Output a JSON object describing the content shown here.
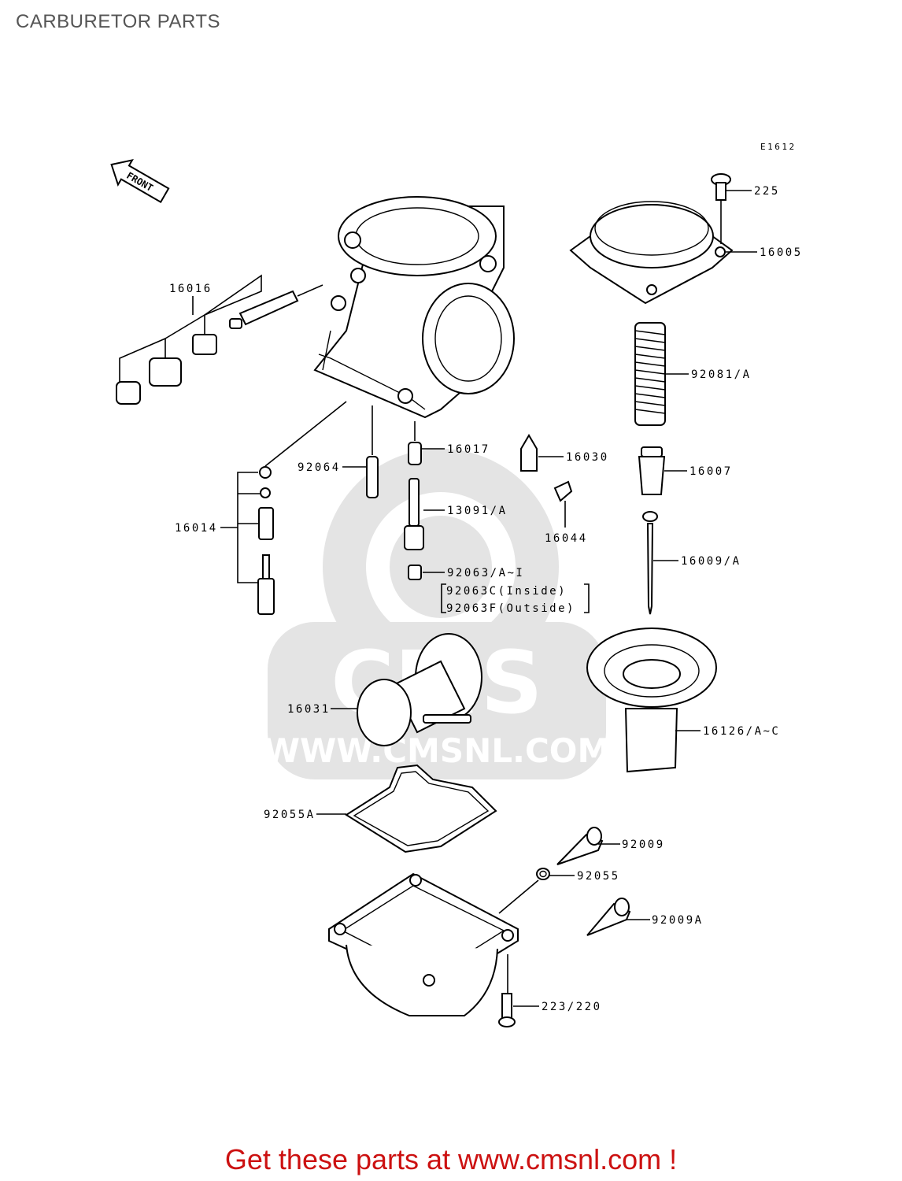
{
  "header": {
    "title": "CARBURETOR PARTS"
  },
  "diagram": {
    "code": "E1612",
    "front_arrow": "FRONT",
    "watermark_text": "CMS",
    "watermark_url": "WWW.CMSNL.COM",
    "labels": {
      "p225": "225",
      "p16005": "16005",
      "p16016": "16016",
      "p92081": "92081/A",
      "p92064": "92064",
      "p16017": "16017",
      "p16030": "16030",
      "p16007": "16007",
      "p13091": "13091/A",
      "p16014": "16014",
      "p16044": "16044",
      "p16009": "16009/A",
      "p92063": "92063/A~I",
      "p92063c": "92063C(Inside)",
      "p92063f": "92063F(Outside)",
      "p16031": "16031",
      "p16126": "16126/A~C",
      "p92055a": "92055A",
      "p92009": "92009",
      "p92055": "92055",
      "p92009a": "92009A",
      "p223": "223/220"
    }
  },
  "footer": {
    "promo": "Get these parts at www.cmsnl.com !"
  }
}
